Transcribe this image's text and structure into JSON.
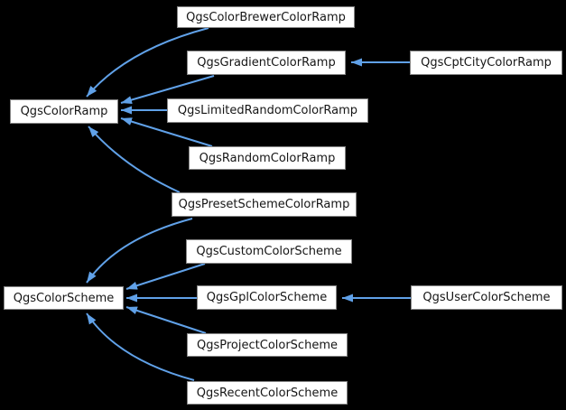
{
  "diagram": {
    "type": "class-inheritance-graph",
    "background_color": "#000000",
    "node_fill": "#ffffff",
    "node_border": "#858585",
    "node_text": "#161616",
    "edge_color": "#60a1e8"
  },
  "nodes": [
    {
      "label": "QgsColorBrewerColorRamp"
    },
    {
      "label": "QgsGradientColorRamp"
    },
    {
      "label": "QgsCptCityColorRamp"
    },
    {
      "label": "QgsColorRamp"
    },
    {
      "label": "QgsLimitedRandomColorRamp"
    },
    {
      "label": "QgsRandomColorRamp"
    },
    {
      "label": "QgsPresetSchemeColorRamp"
    },
    {
      "label": "QgsCustomColorScheme"
    },
    {
      "label": "QgsColorScheme"
    },
    {
      "label": "QgsGplColorScheme"
    },
    {
      "label": "QgsUserColorScheme"
    },
    {
      "label": "QgsProjectColorScheme"
    },
    {
      "label": "QgsRecentColorScheme"
    }
  ],
  "edges": [
    {
      "from": "QgsColorBrewerColorRamp",
      "to": "QgsColorRamp"
    },
    {
      "from": "QgsGradientColorRamp",
      "to": "QgsColorRamp"
    },
    {
      "from": "QgsLimitedRandomColorRamp",
      "to": "QgsColorRamp"
    },
    {
      "from": "QgsRandomColorRamp",
      "to": "QgsColorRamp"
    },
    {
      "from": "QgsPresetSchemeColorRamp",
      "to": "QgsColorRamp"
    },
    {
      "from": "QgsCptCityColorRamp",
      "to": "QgsGradientColorRamp"
    },
    {
      "from": "QgsPresetSchemeColorRamp",
      "to": "QgsColorScheme"
    },
    {
      "from": "QgsCustomColorScheme",
      "to": "QgsColorScheme"
    },
    {
      "from": "QgsGplColorScheme",
      "to": "QgsColorScheme"
    },
    {
      "from": "QgsProjectColorScheme",
      "to": "QgsColorScheme"
    },
    {
      "from": "QgsRecentColorScheme",
      "to": "QgsColorScheme"
    },
    {
      "from": "QgsUserColorScheme",
      "to": "QgsGplColorScheme"
    }
  ]
}
